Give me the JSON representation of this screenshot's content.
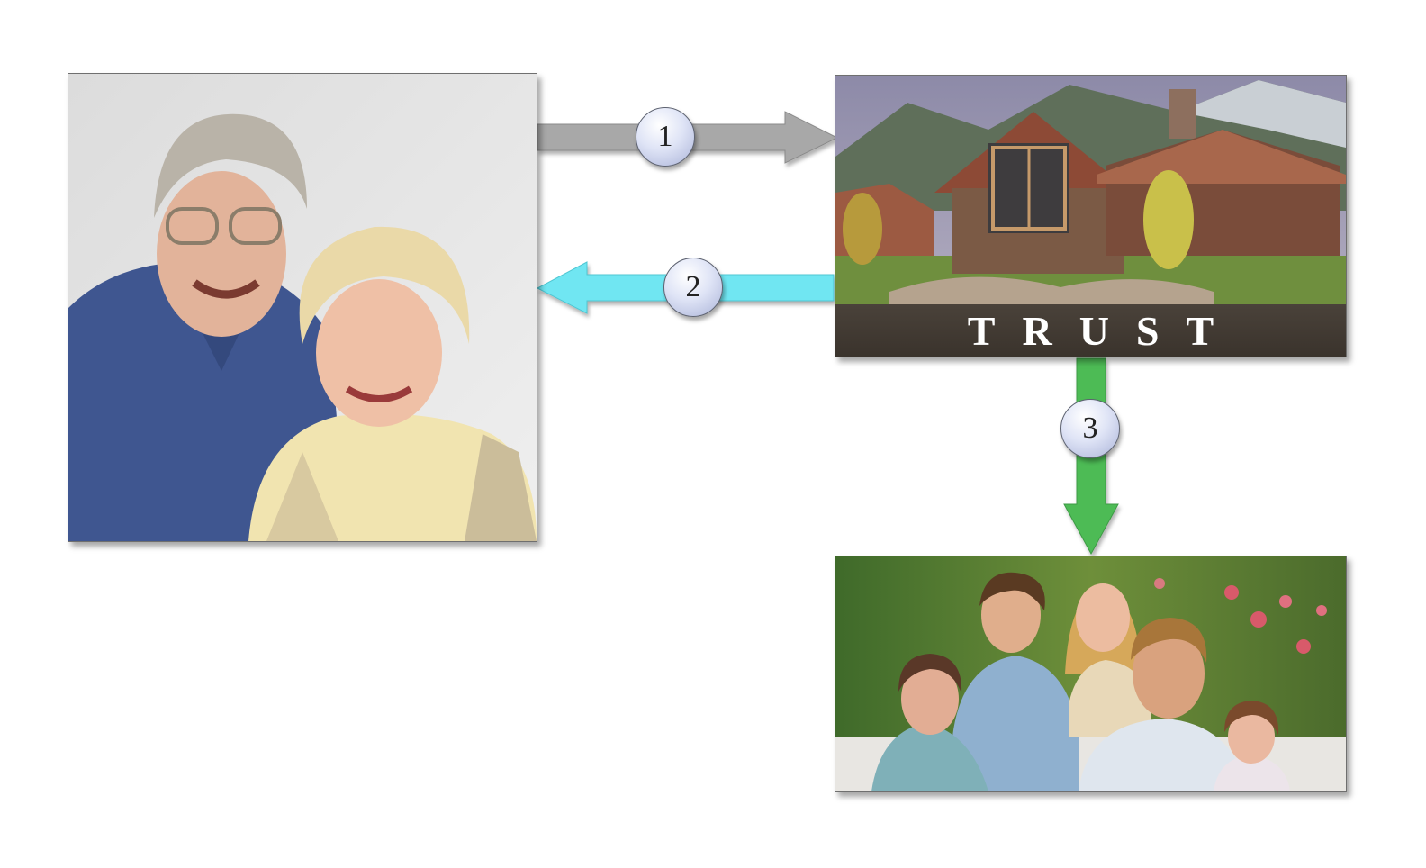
{
  "diagram": {
    "nodes": {
      "grantors": {
        "icon": "senior-couple-photo"
      },
      "trust": {
        "icon": "house-photo",
        "label": "TRUST"
      },
      "beneficiaries": {
        "icon": "family-photo"
      }
    },
    "steps": [
      {
        "number": "1",
        "from": "grantors",
        "to": "trust",
        "color": "#a8a8a8"
      },
      {
        "number": "2",
        "from": "trust",
        "to": "grantors",
        "color": "#6fe6f2"
      },
      {
        "number": "3",
        "from": "trust",
        "to": "beneficiaries",
        "color": "#4dbb55"
      }
    ]
  }
}
